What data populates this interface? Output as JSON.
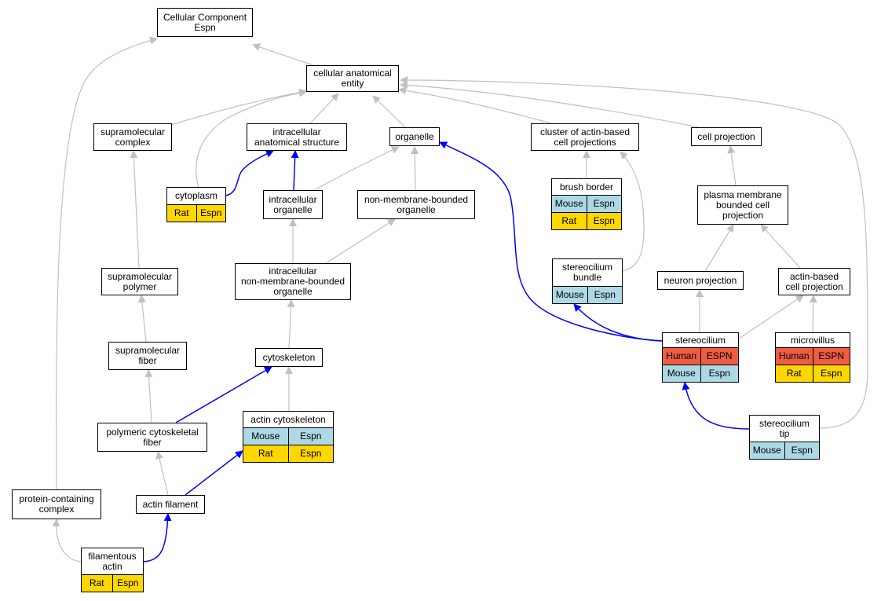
{
  "colors": {
    "is_a_edge": "#c0c0c0",
    "part_of_edge": "#0000ff",
    "human": "#ee5c42",
    "mouse": "#add8e6",
    "rat": "#ffd700"
  },
  "nodes": [
    {
      "id": "cellular-component",
      "label": "Cellular Component\nEspn",
      "rows": []
    },
    {
      "id": "cellular-anatomical-entity",
      "label": "cellular anatomical\nentity",
      "rows": []
    },
    {
      "id": "supramolecular-complex",
      "label": "supramolecular\ncomplex",
      "rows": []
    },
    {
      "id": "intracellular-anatomical-structure",
      "label": "intracellular\nanatomical structure",
      "rows": []
    },
    {
      "id": "organelle",
      "label": "organelle",
      "rows": []
    },
    {
      "id": "cluster-of-actin-based-cell-projections",
      "label": "cluster of actin-based\ncell projections",
      "rows": []
    },
    {
      "id": "cell-projection",
      "label": "cell projection",
      "rows": []
    },
    {
      "id": "cytoplasm",
      "label": "cytoplasm",
      "rows": [
        {
          "species": "Rat",
          "gene": "Espn",
          "color": "rat"
        }
      ]
    },
    {
      "id": "intracellular-organelle",
      "label": "intracellular\norganelle",
      "rows": []
    },
    {
      "id": "non-membrane-bounded-organelle",
      "label": "non-membrane-bounded\norganelle",
      "rows": []
    },
    {
      "id": "brush-border",
      "label": "brush border",
      "rows": [
        {
          "species": "Mouse",
          "gene": "Espn",
          "color": "mouse"
        },
        {
          "species": "Rat",
          "gene": "Espn",
          "color": "rat"
        }
      ]
    },
    {
      "id": "plasma-membrane-bounded-cell-projection",
      "label": "plasma membrane\nbounded cell\nprojection",
      "rows": []
    },
    {
      "id": "supramolecular-polymer",
      "label": "supramolecular\npolymer",
      "rows": []
    },
    {
      "id": "intracellular-non-membrane-bounded-organelle",
      "label": "intracellular\nnon-membrane-bounded\norganelle",
      "rows": []
    },
    {
      "id": "stereocilium-bundle",
      "label": "stereocilium\nbundle",
      "rows": [
        {
          "species": "Mouse",
          "gene": "Espn",
          "color": "mouse"
        }
      ]
    },
    {
      "id": "neuron-projection",
      "label": "neuron projection",
      "rows": []
    },
    {
      "id": "actin-based-cell-projection",
      "label": "actin-based\ncell projection",
      "rows": []
    },
    {
      "id": "supramolecular-fiber",
      "label": "supramolecular\nfiber",
      "rows": []
    },
    {
      "id": "cytoskeleton",
      "label": "cytoskeleton",
      "rows": []
    },
    {
      "id": "stereocilium",
      "label": "stereocilium",
      "rows": [
        {
          "species": "Human",
          "gene": "ESPN",
          "color": "human"
        },
        {
          "species": "Mouse",
          "gene": "Espn",
          "color": "mouse"
        }
      ]
    },
    {
      "id": "microvillus",
      "label": "microvillus",
      "rows": [
        {
          "species": "Human",
          "gene": "ESPN",
          "color": "human"
        },
        {
          "species": "Rat",
          "gene": "Espn",
          "color": "rat"
        }
      ]
    },
    {
      "id": "actin-cytoskeleton",
      "label": "actin cytoskeleton",
      "rows": [
        {
          "species": "Mouse",
          "gene": "Espn",
          "color": "mouse"
        },
        {
          "species": "Rat",
          "gene": "Espn",
          "color": "rat"
        }
      ]
    },
    {
      "id": "polymeric-cytoskeletal-fiber",
      "label": "polymeric cytoskeletal\nfiber",
      "rows": []
    },
    {
      "id": "stereocilium-tip",
      "label": "stereocilium\ntip",
      "rows": [
        {
          "species": "Mouse",
          "gene": "Espn",
          "color": "mouse"
        }
      ]
    },
    {
      "id": "protein-containing-complex",
      "label": "protein-containing\ncomplex",
      "rows": []
    },
    {
      "id": "actin-filament",
      "label": "actin filament",
      "rows": []
    },
    {
      "id": "filamentous-actin",
      "label": "filamentous\nactin",
      "rows": [
        {
          "species": "Rat",
          "gene": "Espn",
          "color": "rat"
        }
      ]
    }
  ],
  "edges": [
    {
      "from": "cellular-anatomical-entity",
      "to": "cellular-component",
      "type": "is_a"
    },
    {
      "from": "protein-containing-complex",
      "to": "cellular-component",
      "type": "is_a"
    },
    {
      "from": "supramolecular-complex",
      "to": "cellular-anatomical-entity",
      "type": "is_a"
    },
    {
      "from": "cytoplasm",
      "to": "cellular-anatomical-entity",
      "type": "is_a"
    },
    {
      "from": "intracellular-anatomical-structure",
      "to": "cellular-anatomical-entity",
      "type": "is_a"
    },
    {
      "from": "organelle",
      "to": "cellular-anatomical-entity",
      "type": "is_a"
    },
    {
      "from": "cluster-of-actin-based-cell-projections",
      "to": "cellular-anatomical-entity",
      "type": "is_a"
    },
    {
      "from": "cell-projection",
      "to": "cellular-anatomical-entity",
      "type": "is_a"
    },
    {
      "from": "stereocilium-tip",
      "to": "cellular-anatomical-entity",
      "type": "is_a"
    },
    {
      "from": "cytoplasm",
      "to": "intracellular-anatomical-structure",
      "type": "part_of"
    },
    {
      "from": "intracellular-organelle",
      "to": "intracellular-anatomical-structure",
      "type": "part_of"
    },
    {
      "from": "intracellular-organelle",
      "to": "organelle",
      "type": "is_a"
    },
    {
      "from": "non-membrane-bounded-organelle",
      "to": "organelle",
      "type": "is_a"
    },
    {
      "from": "stereocilium",
      "to": "organelle",
      "type": "part_of"
    },
    {
      "from": "brush-border",
      "to": "cluster-of-actin-based-cell-projections",
      "type": "is_a"
    },
    {
      "from": "stereocilium-bundle",
      "to": "cluster-of-actin-based-cell-projections",
      "type": "is_a"
    },
    {
      "from": "plasma-membrane-bounded-cell-projection",
      "to": "cell-projection",
      "type": "is_a"
    },
    {
      "from": "supramolecular-polymer",
      "to": "supramolecular-complex",
      "type": "is_a"
    },
    {
      "from": "intracellular-non-membrane-bounded-organelle",
      "to": "intracellular-organelle",
      "type": "is_a"
    },
    {
      "from": "intracellular-non-membrane-bounded-organelle",
      "to": "non-membrane-bounded-organelle",
      "type": "is_a"
    },
    {
      "from": "neuron-projection",
      "to": "plasma-membrane-bounded-cell-projection",
      "type": "is_a"
    },
    {
      "from": "actin-based-cell-projection",
      "to": "plasma-membrane-bounded-cell-projection",
      "type": "is_a"
    },
    {
      "from": "supramolecular-fiber",
      "to": "supramolecular-polymer",
      "type": "is_a"
    },
    {
      "from": "cytoskeleton",
      "to": "intracellular-non-membrane-bounded-organelle",
      "type": "is_a"
    },
    {
      "from": "stereocilium",
      "to": "stereocilium-bundle",
      "type": "part_of"
    },
    {
      "from": "stereocilium",
      "to": "neuron-projection",
      "type": "is_a"
    },
    {
      "from": "stereocilium",
      "to": "actin-based-cell-projection",
      "type": "is_a"
    },
    {
      "from": "microvillus",
      "to": "actin-based-cell-projection",
      "type": "is_a"
    },
    {
      "from": "polymeric-cytoskeletal-fiber",
      "to": "supramolecular-fiber",
      "type": "is_a"
    },
    {
      "from": "polymeric-cytoskeletal-fiber",
      "to": "cytoskeleton",
      "type": "part_of"
    },
    {
      "from": "actin-cytoskeleton",
      "to": "cytoskeleton",
      "type": "is_a"
    },
    {
      "from": "stereocilium-tip",
      "to": "stereocilium",
      "type": "part_of"
    },
    {
      "from": "actin-filament",
      "to": "polymeric-cytoskeletal-fiber",
      "type": "is_a"
    },
    {
      "from": "actin-filament",
      "to": "actin-cytoskeleton",
      "type": "part_of"
    },
    {
      "from": "filamentous-actin",
      "to": "protein-containing-complex",
      "type": "is_a"
    },
    {
      "from": "filamentous-actin",
      "to": "actin-filament",
      "type": "part_of"
    }
  ]
}
